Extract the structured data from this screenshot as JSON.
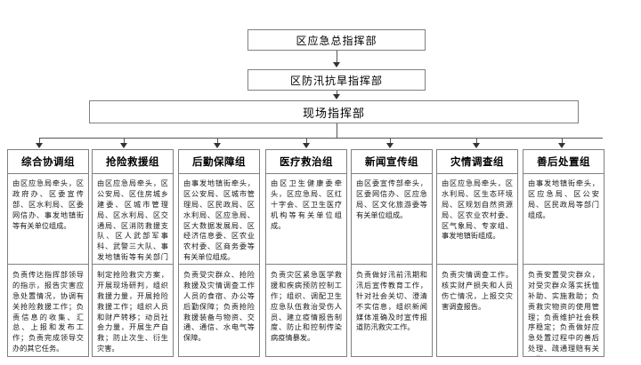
{
  "diagram": {
    "title_chain": [
      {
        "id": "top",
        "label": "区应急总指挥部"
      },
      {
        "id": "second",
        "label": "区防汛抗旱指挥部"
      },
      {
        "id": "onsite",
        "label": "现场指挥部"
      }
    ],
    "groups": [
      {
        "name": "综合协调组",
        "composition": "由区应急局牵头，区政府办、区委宣传部、区水利局、区委网信办、事发地镇街等有关单位组成。",
        "duties": "负责传达指挥部领导的指示，报告灾害应急处置情况，协调有关抢险救援工作；负责信息的收集、汇总、上报和发布工作；负责完成领导交办的其它任务。"
      },
      {
        "name": "抢险救援组",
        "composition": "由区应急局牵头，区公安局、区住房城乡建委、区城市管理局、区水利局、区交通局、区消防救援支队、区人武部军事科、武警三大队、事发地镇街等有关部门（单位）、专家组组成。",
        "duties": "制定抢险救灾方案，开展现场研判，组织救援力量，开展抢险救援工作；组织人员和财产转移；动员社会力量，开展生产自救；防止次生、衍生灾害。"
      },
      {
        "name": "后勤保障组",
        "composition": "由事发地镇街牵头，区公安局、区城市管理局、区民政局、区水利局、区应急局、区大数据发展局、区经济信息委、区农业农村委、区商务委等有关单位组成。",
        "duties": "负责受灾群众、抢险救援及灾情调查工作人员的食宿、办公等后勤保障；负责抢险救援装备与物资、交通、通信、水电气等保障。"
      },
      {
        "name": "医疗救治组",
        "composition": "由区卫生健康委牵头，区应急局、区红十字会、区卫生医疗机构等有关单位组成。",
        "duties": "负责灾区紧急医学救援和疾病预防控制工作；组织、调配卫生应急队伍救治受伤人员、建立疫情报告制度、防止和控制传染病疫情暴发。"
      },
      {
        "name": "新闻宣传组",
        "composition": "由区委宣传部牵头，区委网信办、区应急局、区文化旅游委等有关单位组成。",
        "duties": "负责做好汛前汛期和汛后宣传教育工作，针对社会关切、澄清不实信息，组织新闻媒体准确及时宣传报道防汛救灾工作。"
      },
      {
        "name": "灾情调查组",
        "composition": "由区应急局牵头，区水利局、区生态环境局、区规划自然资源局、区农业农村委、区气象局、专家组、事发地镇街组成。",
        "duties": "负责灾情调查工作。核实财产损失和人员伤亡情况，上报交灾害调查报告。"
      },
      {
        "name": "善后处置组",
        "composition": "由事发地镇街牵头，区应急局、区公安局、区民政局等部门组成。",
        "duties": "负责安置受灾群众，对受灾群众落实抚恤补助、实施救助；负责救灾物资的使用管理；负责维护社会秩序稳定；负责做好应急处置过程中的善后处理、疏通理赔有关工作。"
      }
    ]
  }
}
